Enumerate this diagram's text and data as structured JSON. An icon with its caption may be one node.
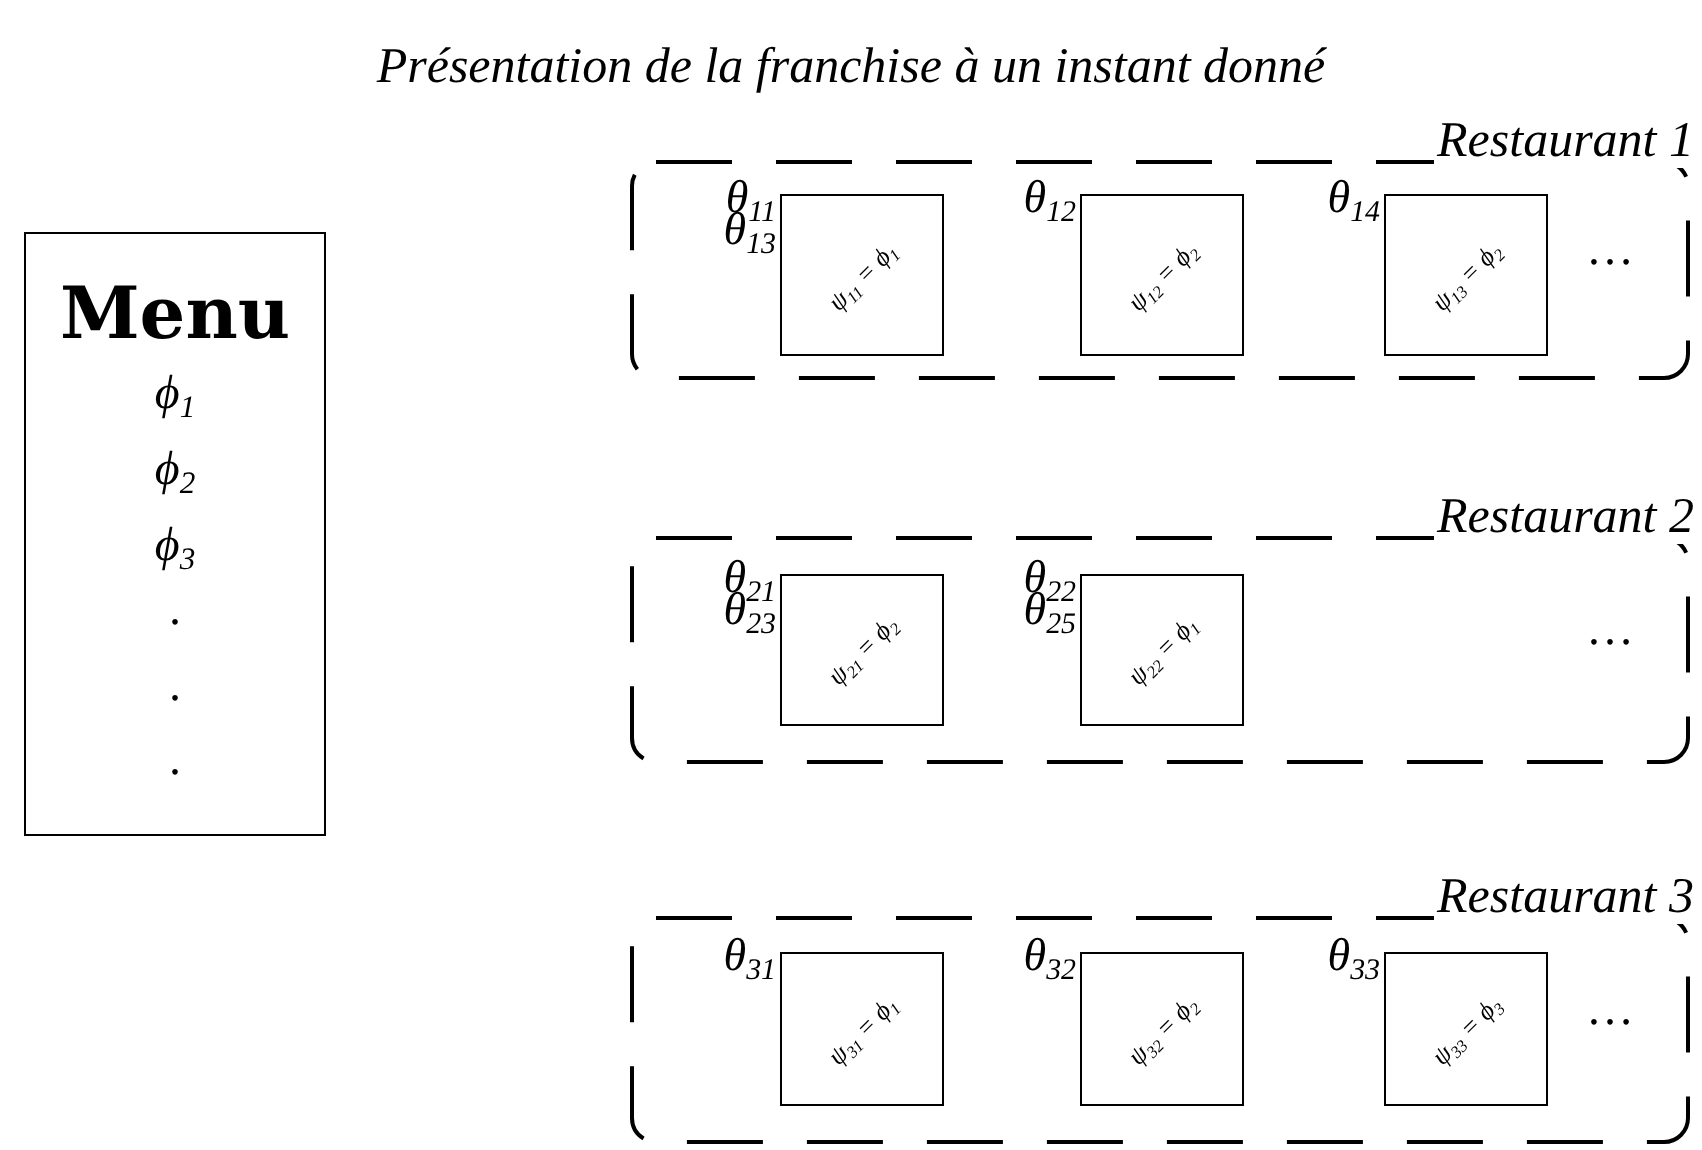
{
  "diagram": {
    "title": "Présentation de la franchise à un instant donné",
    "nodes": [
      {
        "text": [
          "Menu",
          "ϕ$_{1}$",
          "ϕ$_{2}$",
          "ϕ$_{3}$",
          ".",
          ".",
          "."
        ]
      },
      {
        "text": [
          "Restaurant 1",
          "…"
        ]
      },
      {
        "text": [
          "ψ$_{11}$ = ϕ$_{1}$"
        ],
        "in": 1,
        "beside": [
          "θ$_{11}$",
          "θ$_{13}$"
        ]
      },
      {
        "text": [
          "ψ$_{12}$ = ϕ$_{2}$"
        ],
        "in": 1,
        "beside": [
          "θ$_{12}$"
        ]
      },
      {
        "text": [
          "ψ$_{13}$ = ϕ$_{2}$"
        ],
        "in": 1,
        "beside": [
          "θ$_{14}$"
        ]
      },
      {
        "text": [
          "Restaurant 2",
          "…"
        ]
      },
      {
        "text": [
          "ψ$_{21}$ = ϕ$_{2}$"
        ],
        "in": 5,
        "beside": [
          "θ$_{21}$",
          "θ$_{23}$"
        ]
      },
      {
        "text": [
          "ψ$_{22}$ = ϕ$_{1}$"
        ],
        "in": 5,
        "beside": [
          "θ$_{22}$",
          "θ$_{25}$"
        ]
      },
      {
        "text": [
          "Restaurant 3",
          "…"
        ]
      },
      {
        "text": [
          "ψ$_{31}$ = ϕ$_{1}$"
        ],
        "in": 8,
        "beside": [
          "θ$_{31}$"
        ]
      },
      {
        "text": [
          "ψ$_{32}$ = ϕ$_{2}$"
        ],
        "in": 8,
        "beside": [
          "θ$_{32}$"
        ]
      },
      {
        "text": [
          "ψ$_{33}$ = ϕ$_{3}$"
        ],
        "in": 8,
        "beside": [
          "θ$_{33}$"
        ]
      }
    ]
  }
}
